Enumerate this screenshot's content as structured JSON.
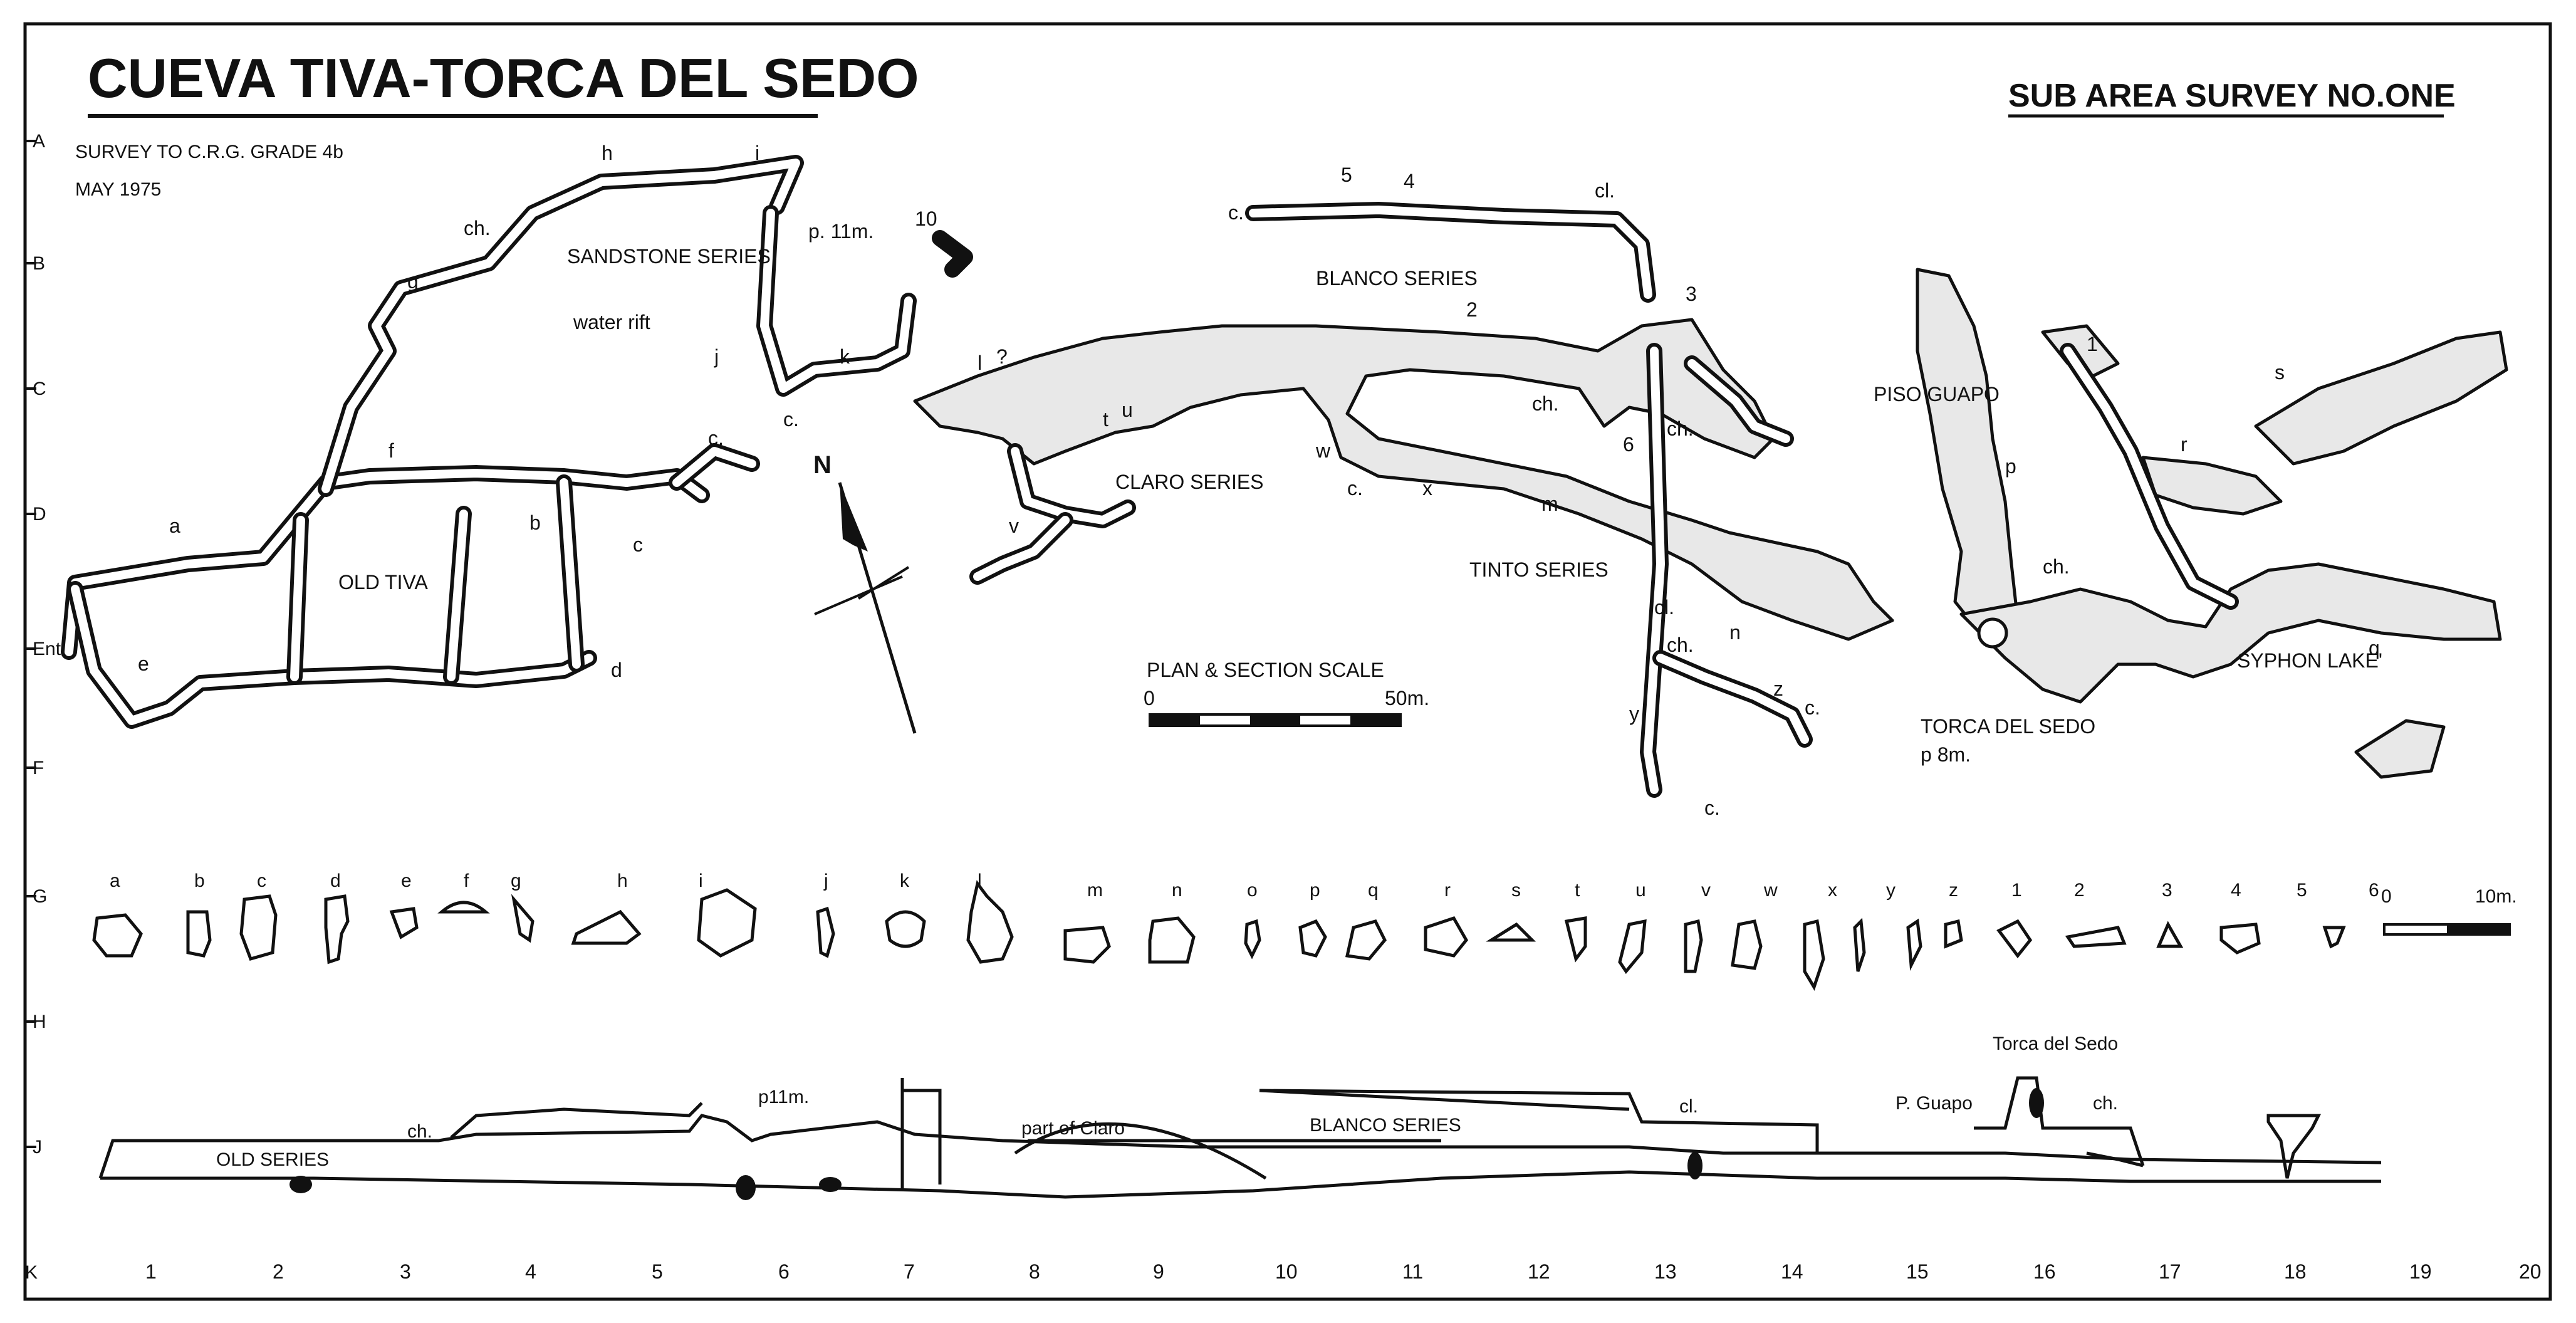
{
  "title": "CUEVA TIVA-TORCA DEL SEDO",
  "subtitle": "SUB AREA SURVEY NO.ONE",
  "grade": "SURVEY TO C.R.G. GRADE 4b",
  "date": "MAY 1975",
  "row_labels": [
    "A",
    "B",
    "C",
    "D",
    "Ents.",
    "F",
    "G",
    "H",
    "J",
    "K"
  ],
  "col_labels": [
    "1",
    "2",
    "3",
    "4",
    "5",
    "6",
    "7",
    "8",
    "9",
    "10",
    "11",
    "12",
    "13",
    "14",
    "15",
    "16",
    "17",
    "18",
    "19",
    "20"
  ],
  "series_labels": {
    "sandstone": "SANDSTONE SERIES",
    "water_rift": "water rift",
    "blanco": "BLANCO SERIES",
    "claro": "CLARO SERIES",
    "old_tiva": "OLD TIVA",
    "tinto": "TINTO SERIES",
    "piso_guapo": "PISO GUAPO",
    "torca": "TORCA DEL SEDO",
    "torca_depth": "p 8m.",
    "syphon": "SYPHON LAKE'",
    "pitch": "p. 11m."
  },
  "scale": {
    "title": "PLAN & SECTION SCALE",
    "start": "0",
    "end": "50m."
  },
  "north": "N",
  "xs_labels": [
    "a",
    "b",
    "c",
    "d",
    "e",
    "f",
    "g",
    "h",
    "i",
    "j",
    "k",
    "l",
    "m",
    "n",
    "o",
    "p",
    "q",
    "r",
    "s",
    "t",
    "u",
    "v",
    "w",
    "x",
    "y",
    "z",
    "1",
    "2",
    "3",
    "4",
    "5",
    "6"
  ],
  "xs_scale": {
    "start": "0",
    "end": "10m."
  },
  "section_labels": {
    "old": "OLD SERIES",
    "ch": "ch.",
    "p11": "p11m.",
    "claro": "part of Claro",
    "blanco": "BLANCO  SERIES",
    "cl": "cl.",
    "torca": "Torca del Sedo",
    "guapo": "P. Guapo"
  },
  "plan_marks": {
    "ch": "ch.",
    "c": "c.",
    "cl": "cl.",
    "q_mark": "?",
    "a": "a",
    "b": "b",
    "c_xs": "c",
    "d": "d",
    "e": "e",
    "f": "f",
    "g": "g",
    "h": "h",
    "i": "i",
    "j": "j",
    "k": "k",
    "l": "l",
    "m": "m",
    "n": "n",
    "p": "p",
    "q": "q",
    "r": "r",
    "s": "s",
    "t": "t",
    "u": "u",
    "v": "v",
    "w": "w",
    "x": "x",
    "y": "y",
    "z": "z",
    "n1": "1",
    "n2": "2",
    "n3": "3",
    "n4": "4",
    "n5": "5",
    "n6": "6",
    "n10": "10"
  }
}
